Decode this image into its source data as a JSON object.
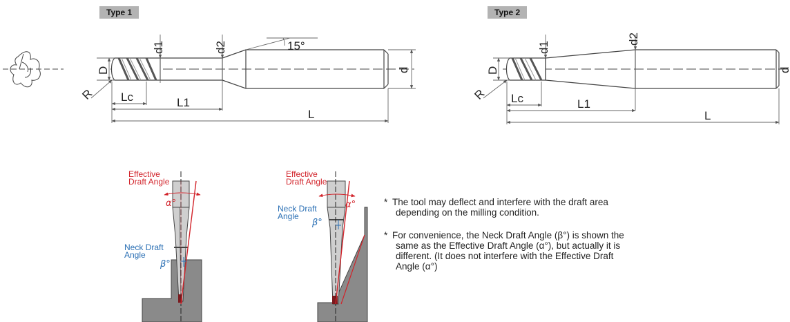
{
  "type1": {
    "badge": "Type 1",
    "labels": {
      "d1": "d1",
      "d2": "d2",
      "angle": "15°",
      "D": "D",
      "d": "d",
      "R": "R",
      "Lc": "Lc",
      "L1": "L1",
      "L": "L"
    }
  },
  "type2": {
    "badge": "Type 2",
    "labels": {
      "d1": "d1",
      "d2": "d2",
      "D": "D",
      "d": "d",
      "R": "R",
      "Lc": "Lc",
      "L1": "L1",
      "L": "L"
    }
  },
  "draft1": {
    "effective_line1": "Effective",
    "effective_line2": "Draft Angle",
    "alpha": "α°",
    "neck_line1": "Neck Draft",
    "neck_line2": "Angle",
    "beta": "β°"
  },
  "draft2": {
    "effective_line1": "Effective",
    "effective_line2": "Draft Angle",
    "alpha": "α°",
    "neck_line1": "Neck Draft",
    "neck_line2": "Angle",
    "beta": "β°"
  },
  "notes": [
    {
      "star": "*",
      "line1": "The tool may deflect and interfere with the draft area",
      "line2": "depending on the milling condition."
    },
    {
      "star": "*",
      "line1": "For convenience, the Neck Draft Angle (β°) is shown the",
      "line2": "same as the Effective Draft Angle (α°), but actually it is",
      "line3": "different. (It does not interfere with the Effective Draft",
      "line4": "Angle (α°)"
    }
  ],
  "colors": {
    "red": "#d2232a",
    "blue": "#2a6fb4",
    "badge": "#b3b3b3",
    "block": "#8a8a8a"
  }
}
